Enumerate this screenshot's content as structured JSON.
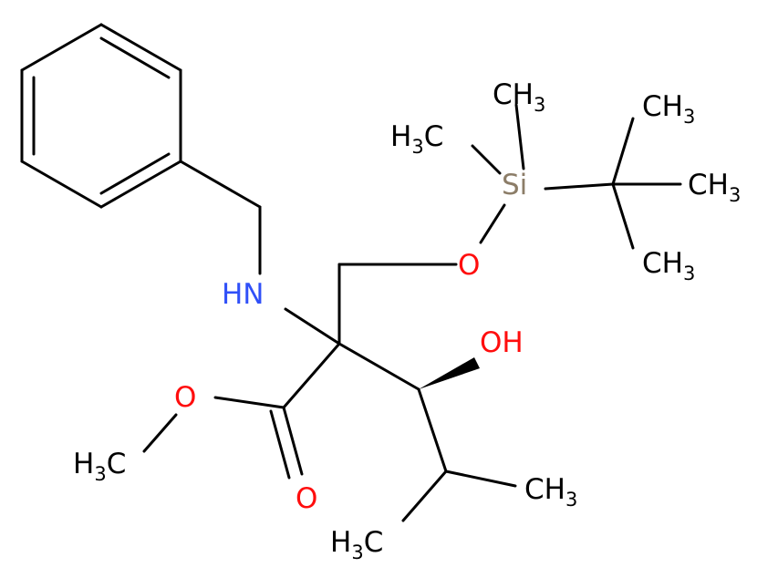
{
  "molecule": {
    "colors": {
      "bond": "#000000",
      "carbon": "#000000",
      "nitrogen": "#3050F8",
      "oxygen": "#FF0D0D",
      "silicon": "#8C7D68"
    },
    "labels": {
      "ch3_si_top": {
        "main": "CH",
        "sub": "3"
      },
      "h3c_si_left": {
        "pre": "H",
        "sub": "3",
        "main": "C"
      },
      "ch3_tbu_top": {
        "main": "CH",
        "sub": "3"
      },
      "ch3_tbu_right": {
        "main": "CH",
        "sub": "3"
      },
      "ch3_tbu_bottom": {
        "main": "CH",
        "sub": "3"
      },
      "si": "Si",
      "o_ether": "O",
      "nh": "HN",
      "oh": "OH",
      "o_ester": "O",
      "o_carbonyl": "O",
      "h3c_methoxy": {
        "pre": "H",
        "sub": "3",
        "main": "C"
      },
      "ch3_ipr_right": {
        "main": "CH",
        "sub": "3"
      },
      "h3c_ipr_bottom": {
        "pre": "H",
        "sub": "3",
        "main": "C"
      }
    }
  }
}
